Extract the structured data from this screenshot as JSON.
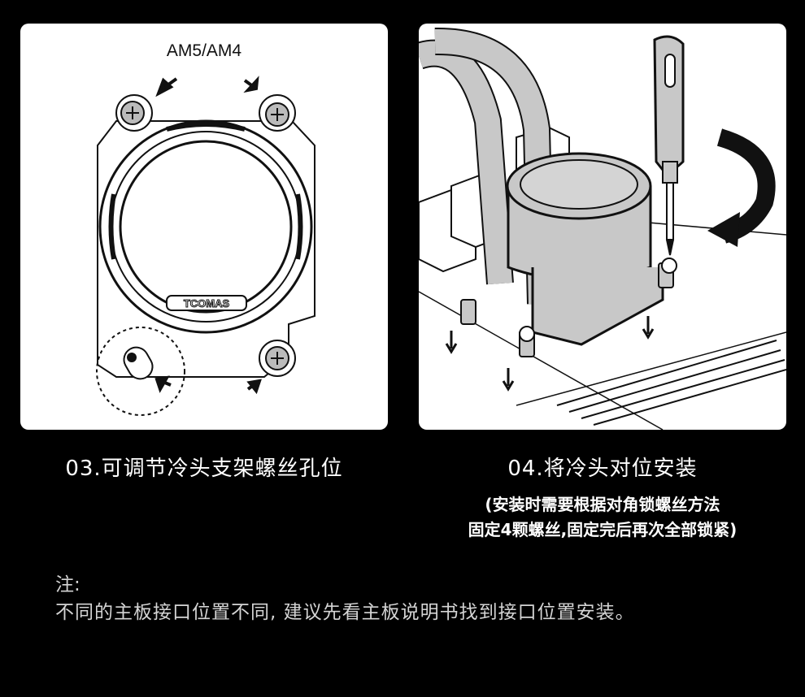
{
  "left_panel": {
    "socket_label": "AM5/AM4",
    "brand_text": "TCOMAS"
  },
  "step3": {
    "title": "03.可调节冷头支架螺丝孔位"
  },
  "step4": {
    "title": "04.将冷头对位安装",
    "subtitle_line1": "(安装时需要根据对角锁螺丝方法",
    "subtitle_line2": "固定4颗螺丝,固定完后再次全部锁紧)"
  },
  "note": {
    "label": "注:",
    "text": "不同的主板接口位置不同, 建议先看主板说明书找到接口位置安装。"
  },
  "colors": {
    "background": "#000000",
    "panel": "#ffffff",
    "line": "#111111",
    "tube_gray": "#c8c8c8"
  }
}
